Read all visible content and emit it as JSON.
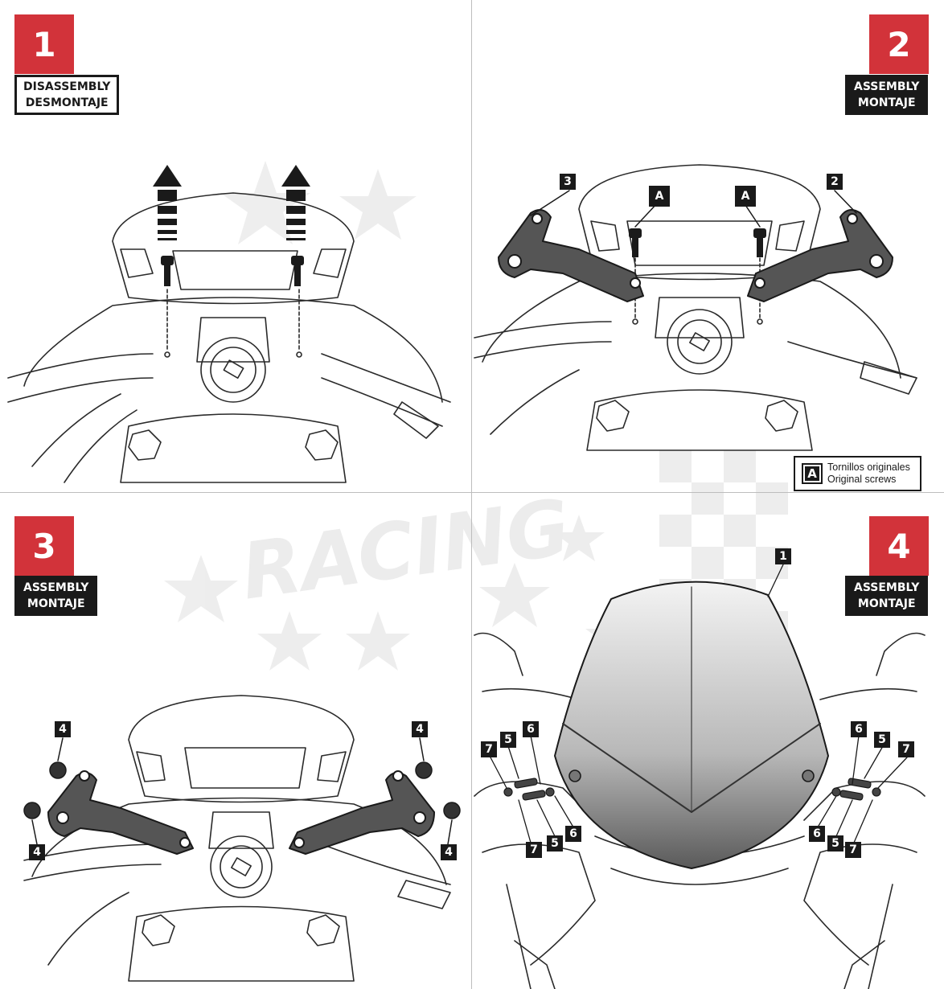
{
  "steps": [
    {
      "number": "1",
      "label_line1": "DISASSEMBLY",
      "label_line2": "DESMONTAJE"
    },
    {
      "number": "2",
      "label_line1": "ASSEMBLY",
      "label_line2": "MONTAJE"
    },
    {
      "number": "3",
      "label_line1": "ASSEMBLY",
      "label_line2": "MONTAJE"
    },
    {
      "number": "4",
      "label_line1": "ASSEMBLY",
      "label_line2": "MONTAJE"
    }
  ],
  "callouts": {
    "part1": "1",
    "part2": "2",
    "part3": "3",
    "part4": "4",
    "part5": "5",
    "part6": "6",
    "part7": "7",
    "screwA": "A"
  },
  "legend": {
    "key": "A",
    "line1": "Tornillos originales",
    "line2": "Original screws"
  },
  "watermark": {
    "text": "RACING"
  },
  "colors": {
    "accent": "#d2333a",
    "ink": "#1a1a1a",
    "line": "#bdbdbd",
    "watermark": "#e6e6e6"
  }
}
